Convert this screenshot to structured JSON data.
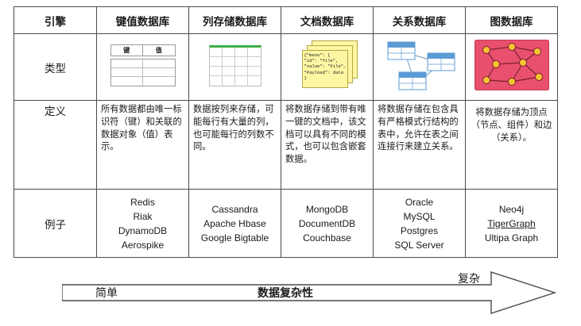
{
  "table": {
    "header": [
      "引擎",
      "键值数据库",
      "列存储数据库",
      "文档数据库",
      "关系数据库",
      "图数据库"
    ],
    "row_labels": [
      "类型",
      "定义",
      "例子"
    ],
    "definitions": [
      "所有数据都由唯一标识符（键）和关联的数据对象（值）表示。",
      "数据按列来存储，可能每行有大量的列，也可能每行的列数不同。",
      "将数据存储到带有唯一键的文档中，该文档可以具有不同的模式，也可以包含嵌套数据。",
      "将数据存储在包含具有严格模式行结构的表中，允许在表之间连接行来建立关系。",
      "将数据存储为顶点（节点、组件）和边（关系）。"
    ],
    "examples": [
      [
        "Redis",
        "Riak",
        "DynamoDB",
        "Aerospike"
      ],
      [
        "Cassandra",
        "Apache Hbase",
        "Google Bigtable"
      ],
      [
        "MongoDB",
        "DocumentDB",
        "Couchbase"
      ],
      [
        "Oracle",
        "MySQL",
        "Postgres",
        "SQL  Server"
      ],
      [
        "Neo4j",
        "TigerGraph",
        "Ultipa Graph"
      ]
    ],
    "underlined": [
      "TigerGraph"
    ]
  },
  "icons": {
    "key_value": {
      "headers": [
        "键",
        "值"
      ]
    },
    "document": {
      "lines": [
        "{\"menu\": {",
        " \"id\": \"file\",",
        " \"value\": \"File\",",
        " \"Payload\": data",
        "}"
      ]
    }
  },
  "colors": {
    "column_green": "#3fae49",
    "table_blue": "#5b9bd5",
    "doc_yellow": "#fdf6a3",
    "graph_pink": "#e8506e",
    "node_yellow": "#f6c431"
  },
  "arrow": {
    "left": "简单",
    "center": "数据复杂性",
    "right": "复杂"
  }
}
